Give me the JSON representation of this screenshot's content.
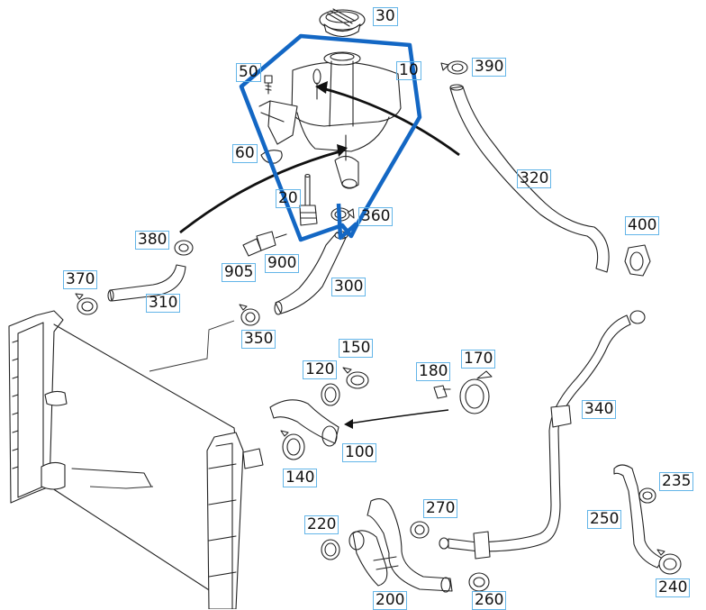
{
  "colors": {
    "highlight": "#1367c4",
    "label_border": "#63b5e8",
    "line": "#222222"
  },
  "labels": {
    "p10": "10",
    "p20": "20",
    "p30": "30",
    "p50": "50",
    "p60": "60",
    "p100": "100",
    "p120": "120",
    "p140": "140",
    "p150": "150",
    "p170": "170",
    "p180": "180",
    "p200": "200",
    "p220": "220",
    "p235": "235",
    "p240": "240",
    "p250": "250",
    "p260": "260",
    "p270": "270",
    "p300": "300",
    "p310": "310",
    "p320": "320",
    "p340": "340",
    "p350": "350",
    "p360": "360",
    "p370": "370",
    "p380": "380",
    "p390": "390",
    "p400": "400",
    "p900": "900",
    "p905": "905"
  }
}
